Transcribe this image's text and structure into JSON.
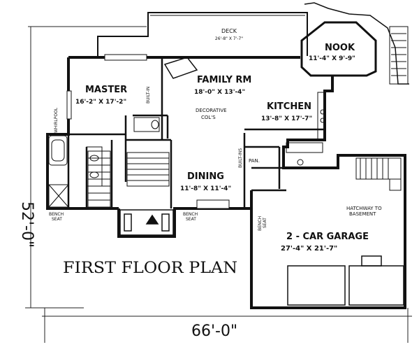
{
  "title": "FIRST FLOOR PLAN",
  "overall": {
    "width": "66'-0\"",
    "depth": "52'-0\""
  },
  "deck": {
    "name": "DECK",
    "dim": "26'-8\" X 7'-7\""
  },
  "rooms": {
    "nook": {
      "name": "NOOK",
      "dim": "11'-4\" X 9'-9\""
    },
    "family": {
      "name": "FAMILY RM",
      "dim": "18'-0\" X 13'-4\""
    },
    "master": {
      "name": "MASTER",
      "dim": "16'-2\" X 17'-2\""
    },
    "kitchen": {
      "name": "KITCHEN",
      "dim": "13'-8\" X 17'-7\""
    },
    "dining": {
      "name": "DINING",
      "dim": "11'-8\" X 11'-4\""
    },
    "garage": {
      "name": "2 - CAR GARAGE",
      "dim": "27'-4\" X 21'-7\""
    }
  },
  "labels": {
    "whirlpool": "WHIRLPOOL",
    "built_in_1": "BUILT-IN",
    "built_in_2": "BUILT-INS",
    "decorative_1": "DECORATIVE",
    "decorative_2": "COL'S",
    "pan": "PAN.",
    "bench1_a": "BENCH",
    "bench1_b": "SEAT",
    "bench2_a": "BENCH",
    "bench2_b": "SEAT",
    "bench3_a": "BENCH",
    "bench3_b": "SEAT",
    "hatch_a": "HATCHWAY TO",
    "hatch_b": "BASEMENT"
  }
}
